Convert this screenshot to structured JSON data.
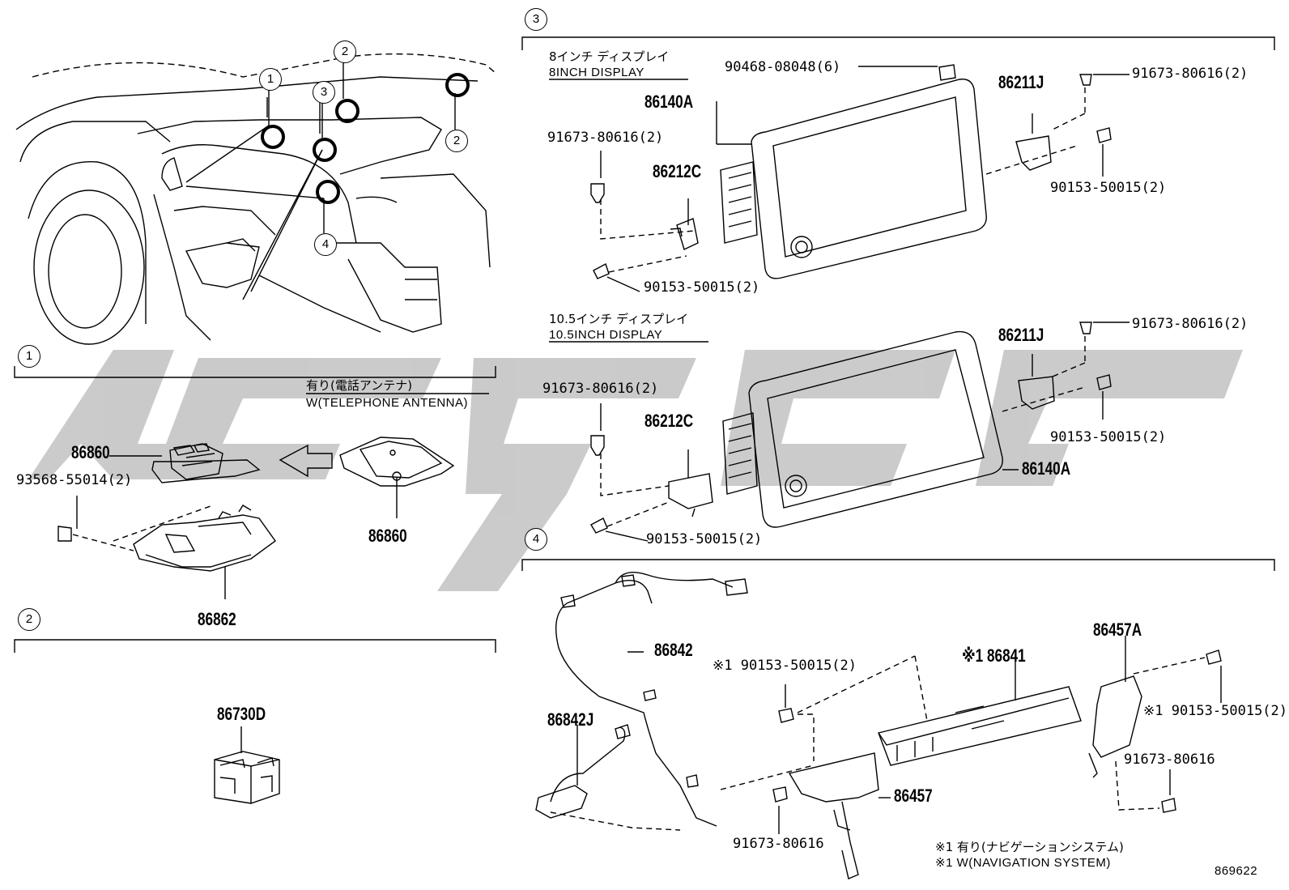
{
  "sections": {
    "s1": "1",
    "s2": "2",
    "s3": "3",
    "s4": "4"
  },
  "overview": {
    "callout_1": "1",
    "callout_2a": "2",
    "callout_2b": "2",
    "callout_3": "3",
    "callout_4": "4"
  },
  "section1": {
    "variant_jp": "有り(電話アンテナ)",
    "variant_en": "W(TELEPHONE ANTENNA)",
    "part_86860_left": "86860",
    "part_86860_right": "86860",
    "part_93568": "93568-55014(2)",
    "part_86862": "86862"
  },
  "section2": {
    "part_86730D": "86730D"
  },
  "section3": {
    "display8_jp": "8インチ ディスプレイ",
    "display8_en": "8INCH DISPLAY",
    "part_90468": "90468-08048(6)",
    "part_86140A_top": "86140A",
    "part_91673_tl": "91673-80616(2)",
    "part_86212C_top": "86212C",
    "part_90153_tb": "90153-50015(2)",
    "part_86211J_top": "86211J",
    "part_91673_tr": "91673-80616(2)",
    "part_90153_tr": "90153-50015(2)",
    "display10_jp": "10.5インチ ディスプレイ",
    "display10_en": "10.5INCH DISPLAY",
    "part_91673_bl": "91673-80616(2)",
    "part_86212C_bot": "86212C",
    "part_90153_bb": "90153-50015(2)",
    "part_86211J_bot": "86211J",
    "part_91673_br": "91673-80616(2)",
    "part_90153_br": "90153-50015(2)",
    "part_86140A_bot": "86140A"
  },
  "section4": {
    "part_86842": "86842",
    "part_86842J": "86842J",
    "part_90153_mid": "※1 90153-50015(2)",
    "part_86841": "※1 86841",
    "part_86457A": "86457A",
    "part_90153_right": "※1 90153-50015(2)",
    "part_91673_right": "91673-80616",
    "part_86457": "86457",
    "part_91673_bottom": "91673-80616",
    "note_jp": "※1 有り(ナビゲーションシステム)",
    "note_en": "※1 W(NAVIGATION SYSTEM)"
  },
  "footer": {
    "diagram_number": "869622"
  },
  "colors": {
    "line": "#000000",
    "watermark": "#c8c8c8"
  }
}
